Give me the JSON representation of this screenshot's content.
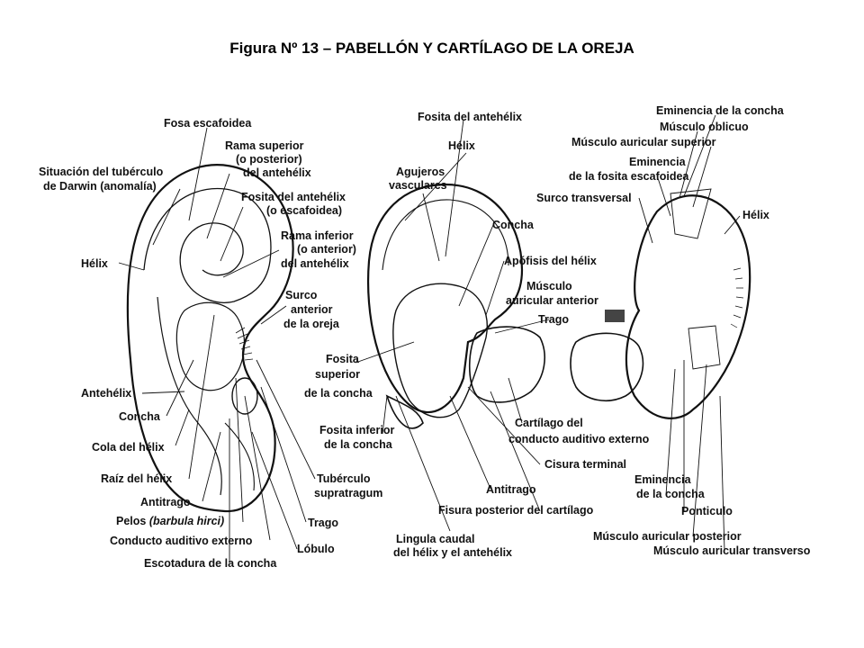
{
  "title": "Figura Nº 13 – PABELLÓN Y CARTÍLAGO DE LA OREJA",
  "labels": {
    "left": {
      "fosa_escafoidea": "Fosa escafoidea",
      "rama_superior": [
        "Rama superior",
        "(o posterior)",
        "del antehélix"
      ],
      "tuberculo_darwin": [
        "Situación del tubérculo",
        "de Darwin (anomalía)"
      ],
      "fosita_antehelix": [
        "Fosita del antehélix",
        "(o escafoidea)"
      ],
      "rama_inferior": [
        "Rama inferior",
        "(o anterior)",
        "del antehélix"
      ],
      "helix": "Hélix",
      "surco_anterior": [
        "Surco",
        "anterior",
        "de la oreja"
      ],
      "antehelix": "Antehélix",
      "concha": "Concha",
      "cola_helix": "Cola del hélix",
      "raiz_helix": "Raíz del hélix",
      "antitrago": "Antitrago",
      "pelos": "Pelos",
      "barbula": "(barbula hirci)",
      "conducto": "Conducto auditivo externo",
      "escotadura": "Escotadura de la concha",
      "tuberculo_supratragum": [
        "Tubérculo",
        "supratragum"
      ],
      "trago": "Trago",
      "lobulo": "Lóbulo"
    },
    "middle": {
      "fosita_antehelix": "Fosita del antehélix",
      "helix": "Hélix",
      "agujeros": [
        "Agujeros",
        "vasculares"
      ],
      "concha": "Concha",
      "apofisis": "Apófisis del hélix",
      "musculo_auricular_anterior": [
        "Músculo",
        "auricular anterior"
      ],
      "trago": "Trago",
      "fosita_superior": [
        "Fosita",
        "superior",
        "de la concha"
      ],
      "fosita_inferior": [
        "Fosita inferior",
        "de la concha"
      ],
      "cartilago": [
        "Cartílago del",
        "conducto auditivo externo"
      ],
      "cisura": "Cisura terminal",
      "antitrago": "Antitrago",
      "fisura": "Fisura posterior del cartílago",
      "lingula": [
        "Lingula caudal",
        "del hélix y el antehélix"
      ]
    },
    "right": {
      "eminencia_concha_top": "Eminencia de la concha",
      "musculo_oblicuo": "Músculo oblicuo",
      "musculo_auricular_superior": "Músculo auricular superior",
      "eminencia_fosita": [
        "Eminencia",
        "de la fosita escafoidea"
      ],
      "surco_transversal": "Surco transversal",
      "helix": "Hélix",
      "eminencia_concha_bottom": [
        "Eminencia",
        "de la concha"
      ],
      "ponticulo": "Ponticulo",
      "musculo_auricular_posterior": "Músculo auricular posterior",
      "musculo_auricular_transverso": "Músculo auricular transverso"
    }
  }
}
